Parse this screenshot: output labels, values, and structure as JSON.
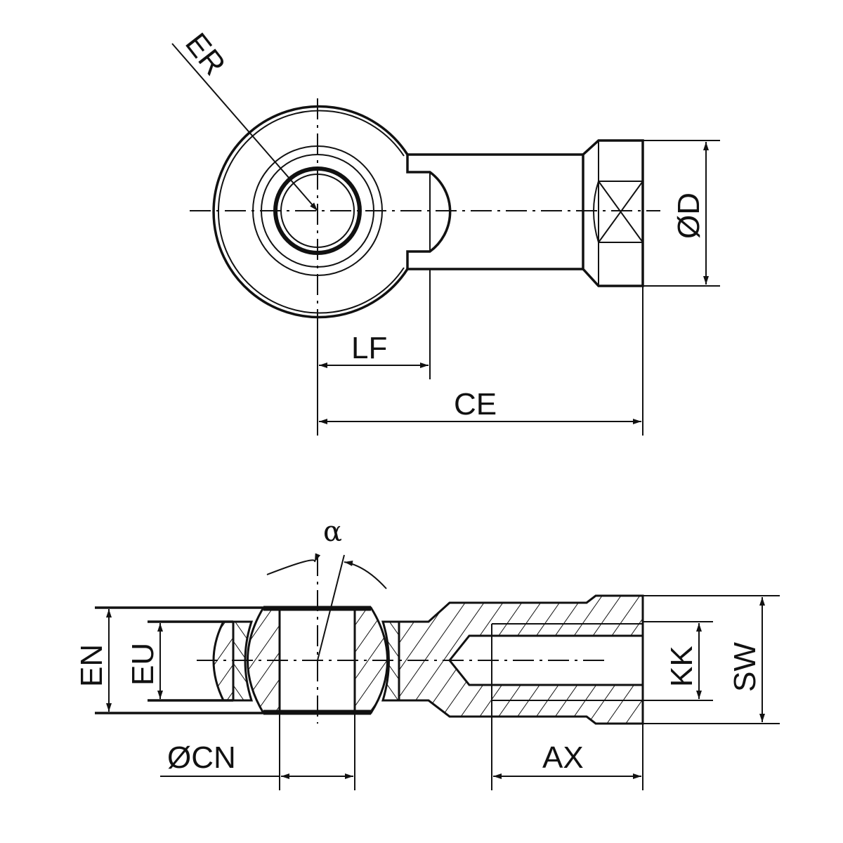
{
  "labels": {
    "er": "ER",
    "od": "ØD",
    "lf": "LF",
    "ce": "CE",
    "alpha": "α",
    "en": "EN",
    "eu": "EU",
    "ocn": "ØCN",
    "ax": "AX",
    "kk": "KK",
    "sw": "SW"
  },
  "colors": {
    "line": "#111111",
    "background": "#ffffff"
  }
}
